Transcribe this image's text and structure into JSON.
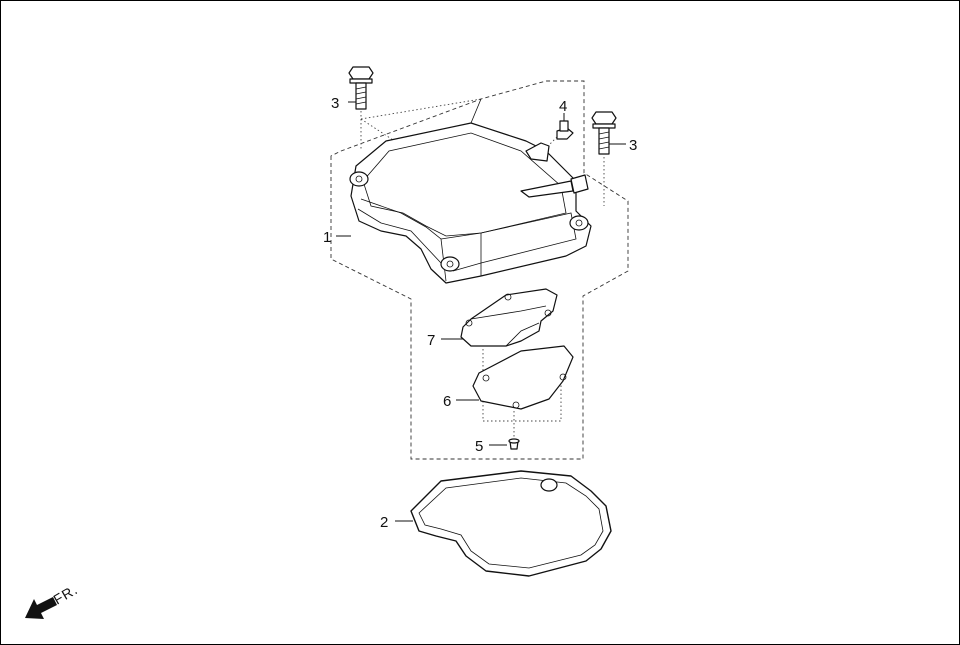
{
  "callouts": [
    {
      "id": "1",
      "text": "1"
    },
    {
      "id": "2",
      "text": "2"
    },
    {
      "id": "3a",
      "text": "3"
    },
    {
      "id": "3b",
      "text": "3"
    },
    {
      "id": "4",
      "text": "4"
    },
    {
      "id": "5",
      "text": "5"
    },
    {
      "id": "6",
      "text": "6"
    },
    {
      "id": "7",
      "text": "7"
    }
  ],
  "front_indicator": {
    "text": "FR."
  }
}
